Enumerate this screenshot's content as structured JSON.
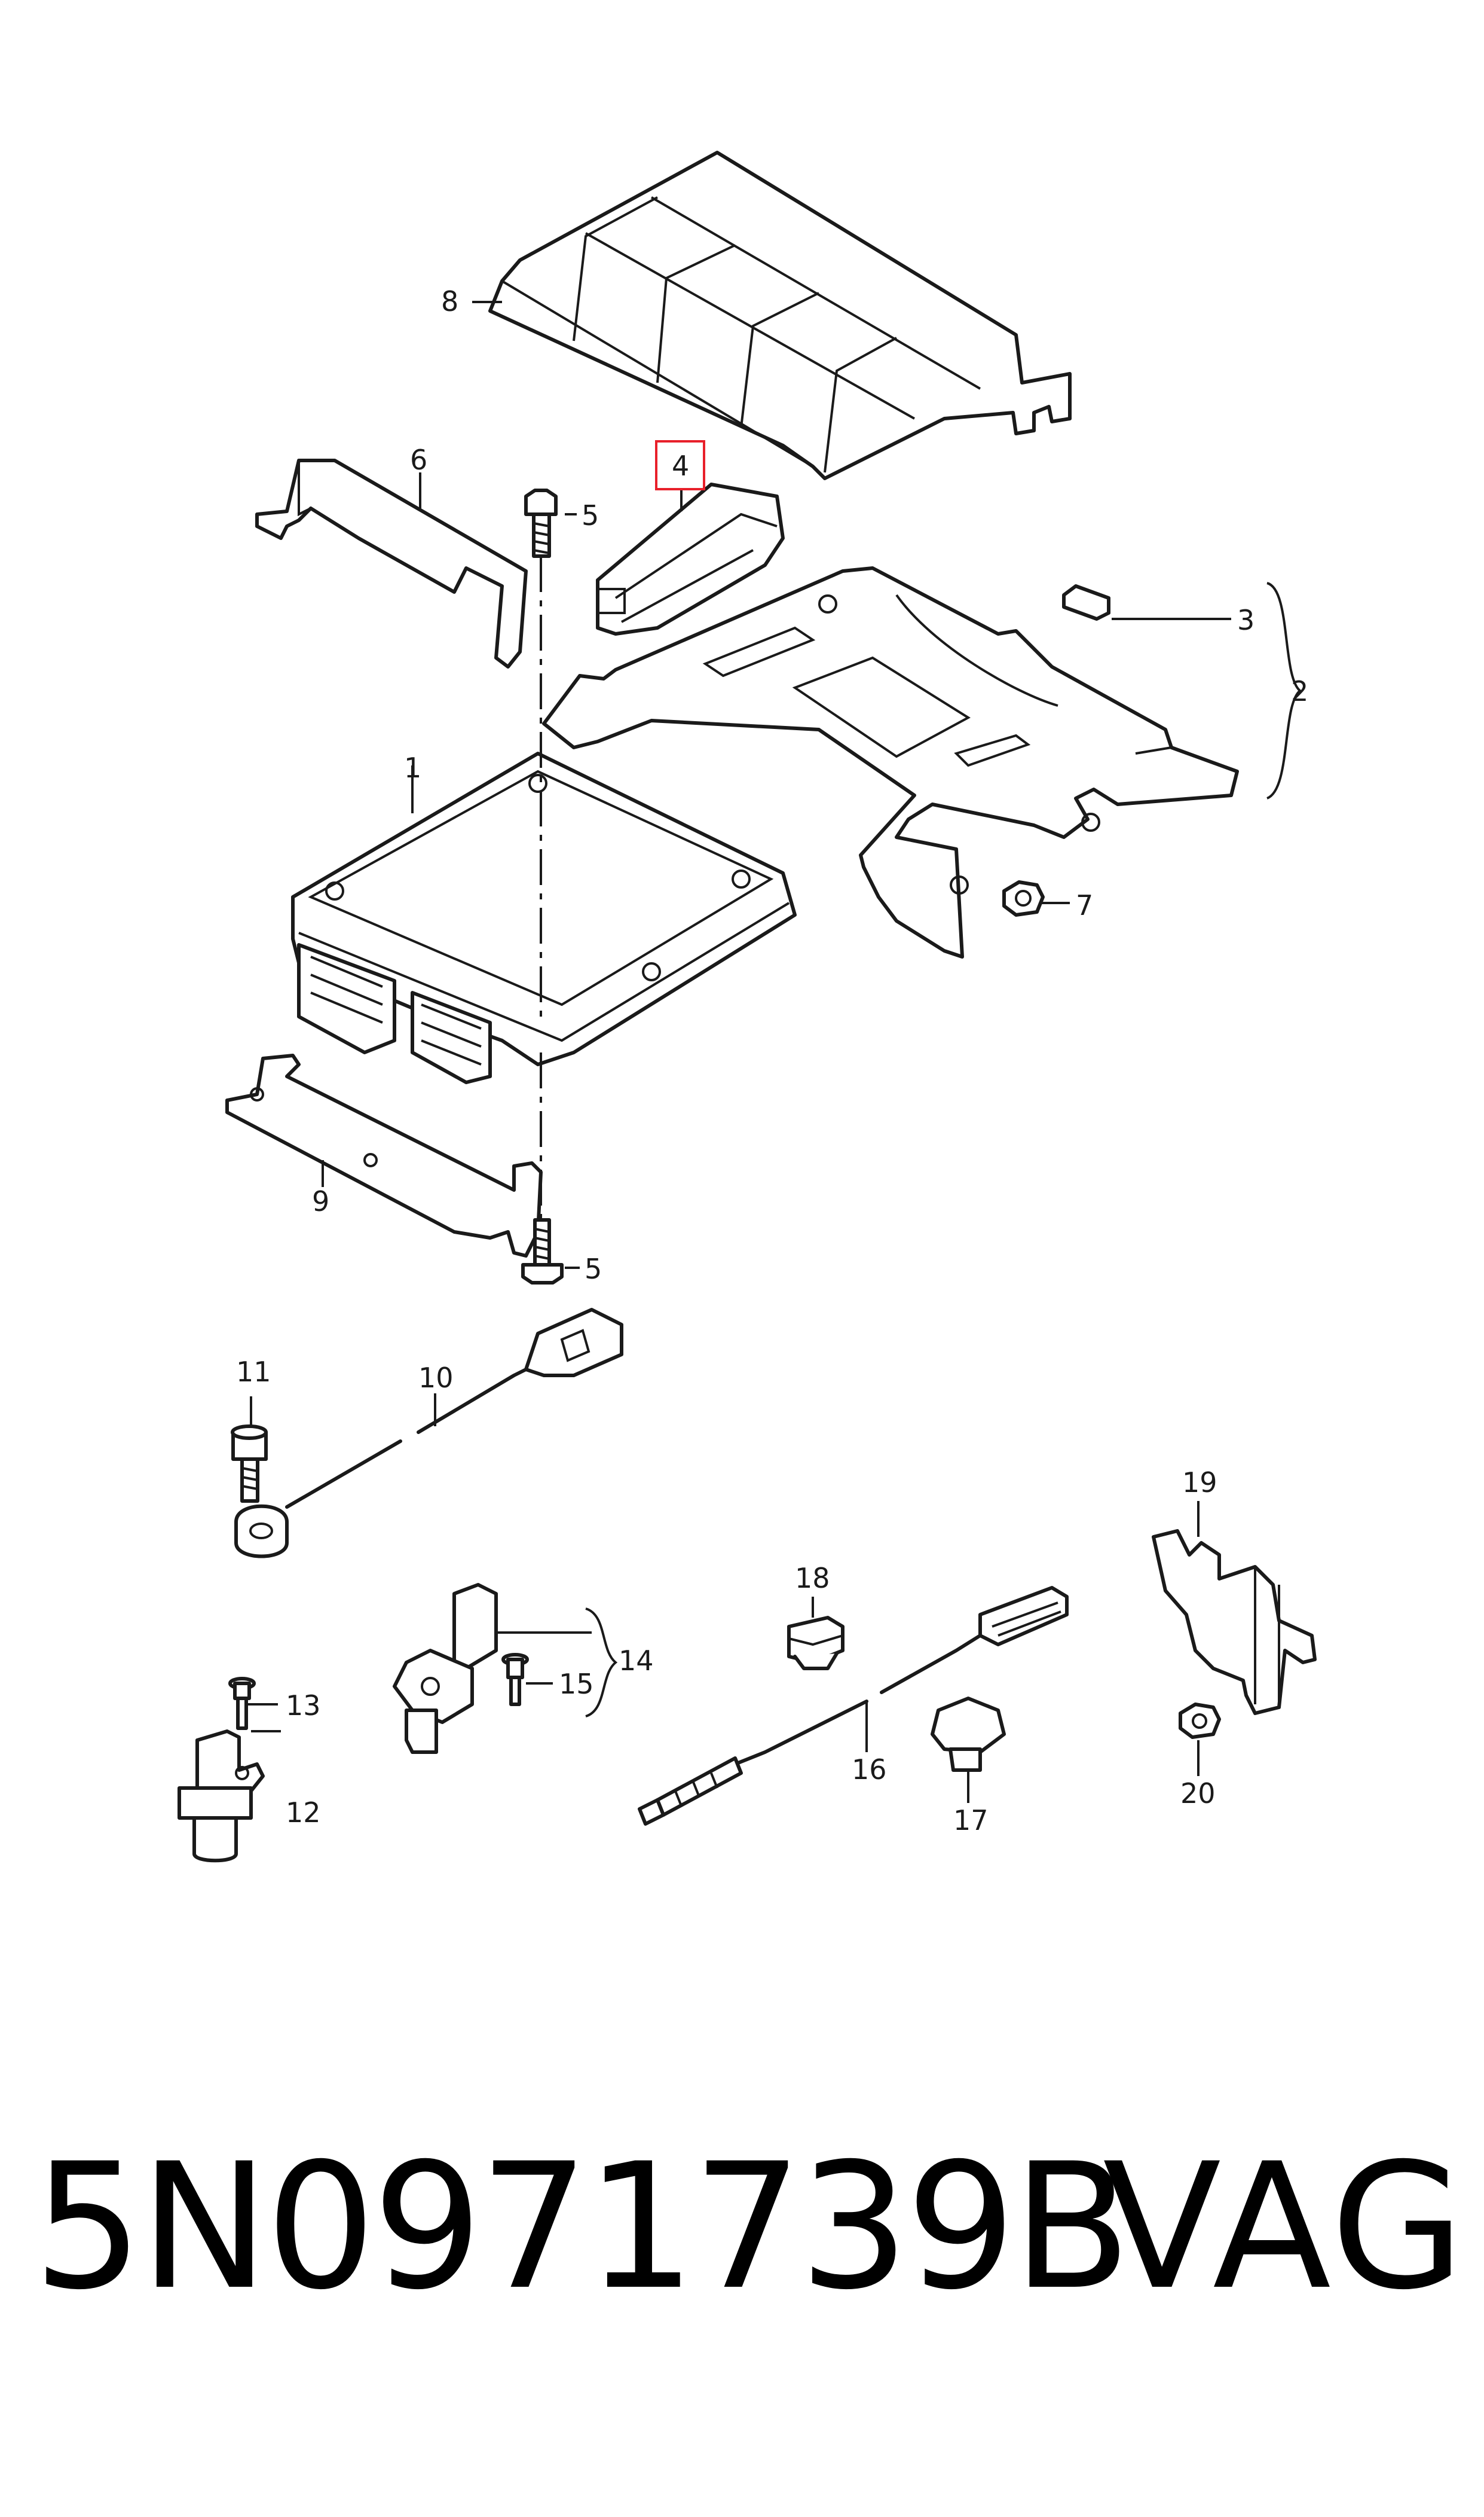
{
  "diagram": {
    "callouts": {
      "c1": "1",
      "c2": "2",
      "c3": "3",
      "c4": "4",
      "c5a": "5",
      "c5b": "5",
      "c6": "6",
      "c7": "7",
      "c8": "8",
      "c9": "9",
      "c10": "10",
      "c11": "11",
      "c12": "12",
      "c13": "13",
      "c14": "14",
      "c15": "15",
      "c16": "16",
      "c17": "17",
      "c18": "18",
      "c19": "19",
      "c20": "20"
    },
    "highlight_color": "#e8202a",
    "highlighted_callout": "4"
  },
  "footer": {
    "part_number": "5N0971739B",
    "brand": "VAG"
  }
}
